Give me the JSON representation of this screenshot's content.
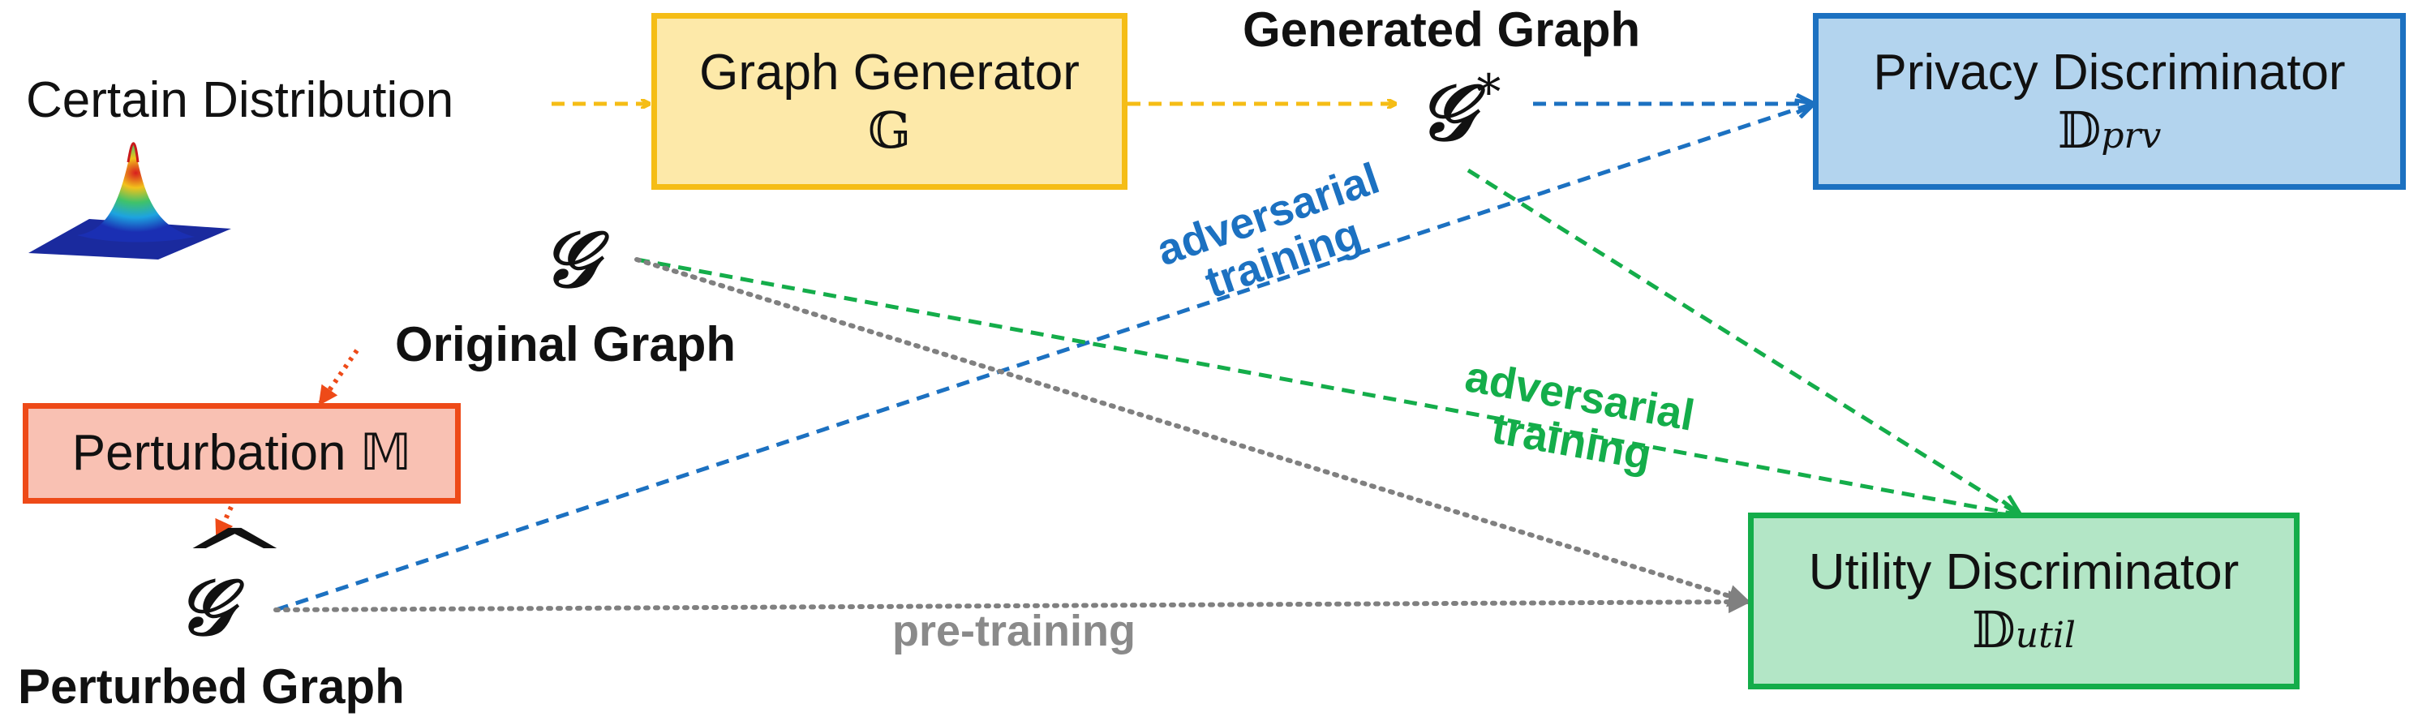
{
  "nodes": {
    "certain_distribution": {
      "label": "Certain Distribution"
    },
    "graph_generator": {
      "title": "Graph Generator",
      "symbol": "𝔾"
    },
    "generated_graph": {
      "caption": "Generated Graph",
      "symbol": "𝒢",
      "superscript": "*"
    },
    "privacy_discriminator": {
      "title": "Privacy Discriminator",
      "symbol": "𝔻",
      "subscript": "prv"
    },
    "original_graph": {
      "caption": "Original Graph",
      "symbol": "𝒢"
    },
    "perturbation": {
      "title": "Perturbation 𝕄"
    },
    "perturbed_graph": {
      "caption": "Perturbed Graph",
      "symbol": "𝒢",
      "hat": "^"
    },
    "utility_discriminator": {
      "title": "Utility Discriminator",
      "symbol": "𝔻",
      "subscript": "util"
    }
  },
  "edge_labels": {
    "adversarial_blue": {
      "line1": "adversarial",
      "line2": "training"
    },
    "adversarial_green": {
      "line1": "adversarial",
      "line2": "training"
    },
    "pretraining": "pre-training"
  },
  "colors": {
    "generator_fill": "#fde9a9",
    "generator_border": "#f5bd16",
    "privacy_fill": "#b3d4ee",
    "privacy_border": "#1c71c1",
    "perturb_fill": "#f9c1b3",
    "perturb_border": "#ee4a18",
    "utility_fill": "#b3e6c6",
    "utility_border": "#14ad4a",
    "yellow_arrow": "#f5bd16",
    "blue_arrow": "#1c71c1",
    "green_arrow": "#14ad4a",
    "red_arrow": "#ee4a18",
    "gray_arrow": "#808080"
  }
}
